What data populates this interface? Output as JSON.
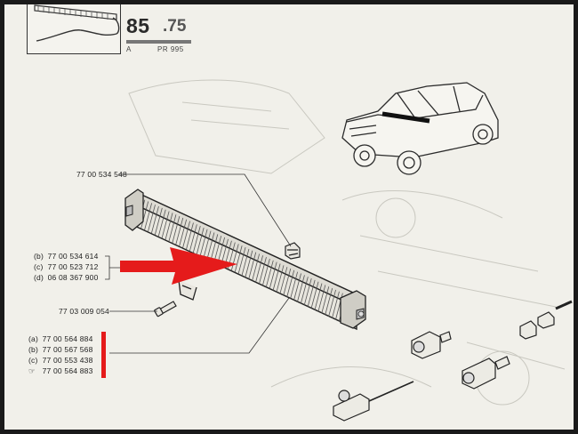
{
  "header": {
    "section_number": "85",
    "section_sub": ".75",
    "letter": "A",
    "reference": "PR 995"
  },
  "parts": [
    {
      "label": "",
      "number": "77 00 534 548"
    },
    {
      "label": "(b)",
      "number": "77 00 534 614"
    },
    {
      "label": "(c)",
      "number": "77 00 523 712"
    },
    {
      "label": "(d)",
      "number": "06 08 367 900"
    },
    {
      "label": "",
      "number": "77 03 009 054"
    },
    {
      "label": "(a)",
      "number": "77 00 564 884"
    },
    {
      "label": "(b)",
      "number": "77 00 567 568"
    },
    {
      "label": "(c)",
      "number": "77 00 553 438"
    },
    {
      "label": "☞",
      "number": "77 00 564 883"
    }
  ],
  "colors": {
    "highlight": "#e51b1b",
    "paper": "#f1f0ea",
    "ink": "#333333"
  }
}
